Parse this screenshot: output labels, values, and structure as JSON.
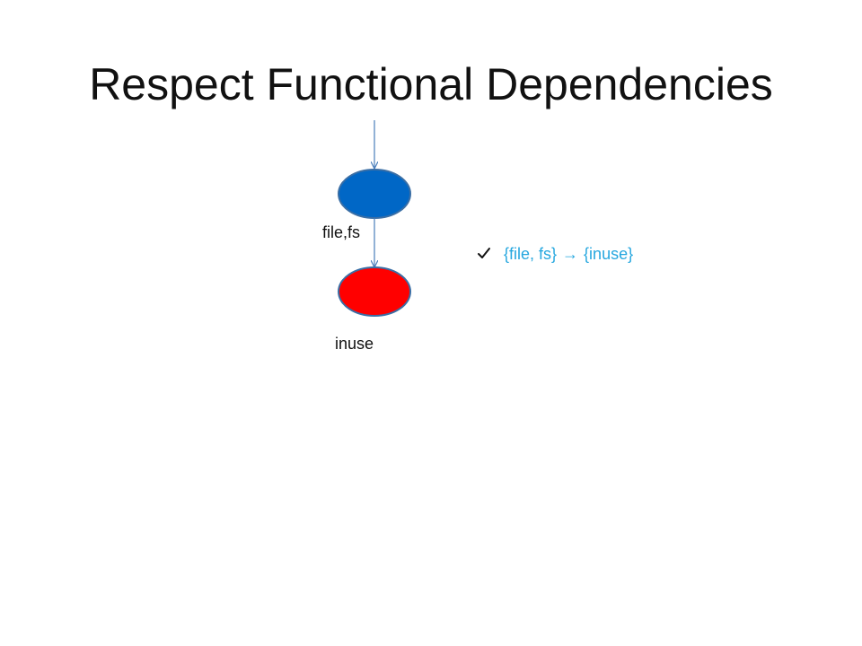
{
  "slide": {
    "title": "Respect Functional Dependencies"
  },
  "diagram": {
    "nodes": [
      {
        "label": "file,fs",
        "color": "#0067c6"
      },
      {
        "label": "inuse",
        "color": "#ff0000"
      }
    ],
    "edge_color": "#4a7ebb"
  },
  "dependency": {
    "check_icon": "check-icon",
    "lhs": "{file, fs}",
    "arrow": "→",
    "rhs": "{inuse}",
    "color": "#26a7df"
  }
}
